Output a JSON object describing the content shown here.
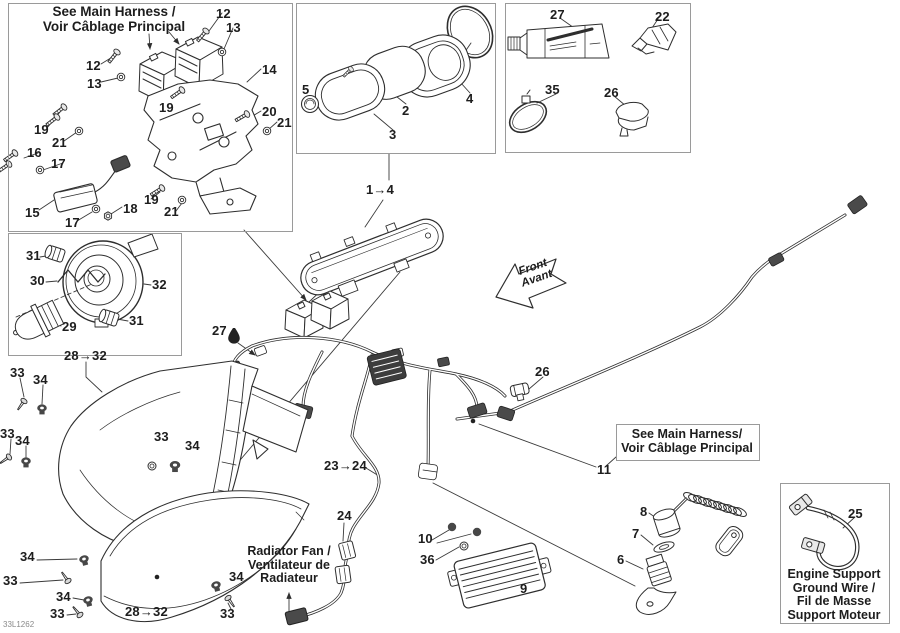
{
  "artwork_code": "33L1262",
  "notes": {
    "top_left_title_l1": "See Main Harness /",
    "top_left_title_l2": "Voir Câblage Principal",
    "harness_ref_l1": "See Main Harness/",
    "harness_ref_l2": "Voir Câblage Principal",
    "radiator_l1": "Radiator Fan /",
    "radiator_l2": "Ventilateur de",
    "radiator_l3": "Radiateur",
    "engine_l1": "Engine Support",
    "engine_l2": "Ground Wire /",
    "engine_l3": "Fil de Masse",
    "engine_l4": "Support Moteur",
    "front_l1": "Front",
    "front_l2": "Avant"
  },
  "callouts": {
    "tl12a": "12",
    "tl13a": "13",
    "tl12b": "12",
    "tl13b": "13",
    "tl14": "14",
    "tl19a": "19",
    "tl20": "20",
    "tl21a": "21",
    "tl19b": "19",
    "tl21b": "21",
    "tl16": "16",
    "tl17a": "17",
    "tl15": "15",
    "tl17b": "17",
    "tl18": "18",
    "tl19c": "19",
    "tl21c": "21",
    "g5": "5",
    "g2": "2",
    "g3": "3",
    "g4": "4",
    "g14": "1→4",
    "tr27": "27",
    "tr22": "22",
    "tr35": "35",
    "tr26": "26",
    "lb31a": "31",
    "lb30": "30",
    "lb32": "32",
    "lb29": "29",
    "lb31b": "31",
    "lb2832": "28→32",
    "c27": "27",
    "c26": "26",
    "c11": "11",
    "c2324": "23→24",
    "c24": "24",
    "c10": "10",
    "c36": "36",
    "c9": "9",
    "c8": "8",
    "c7": "7",
    "c6": "6",
    "e25": "25",
    "h33a": "33",
    "h34a": "34",
    "h33b": "33",
    "h34b": "34",
    "h33c": "33",
    "h34c": "34",
    "h34d": "34",
    "h33d": "33",
    "h34e": "34",
    "h33e": "33",
    "h34f": "34",
    "h33f": "33",
    "h2832": "28→32"
  }
}
